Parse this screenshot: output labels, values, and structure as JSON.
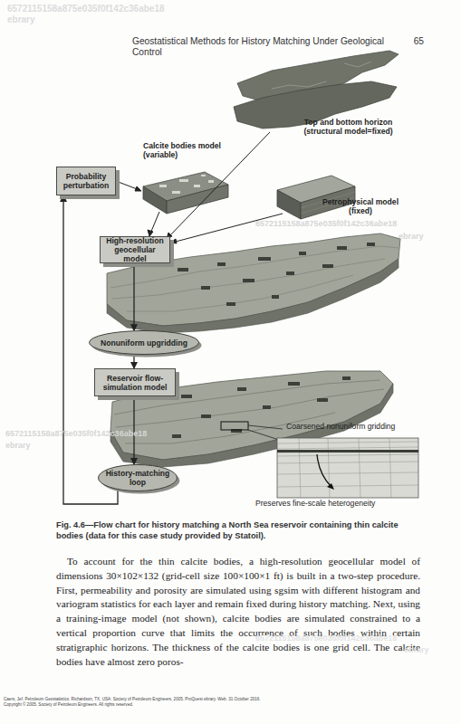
{
  "diagram": {
    "caption": "Fig. 4.6—Flow chart for history matching a North Sea reservoir containing thin calcite bodies (data for this case study provided by Statoil).",
    "nodes": [
      {
        "text": [
          "Probability perturbation"
        ]
      },
      {
        "text": [
          "High-resolution geocellular model"
        ]
      },
      {
        "text": [
          "Nonuniform upgridding"
        ]
      },
      {
        "text": [
          "Reservoir flow-simulation model"
        ]
      },
      {
        "text": [
          "History-matching loop"
        ]
      }
    ],
    "edges": [
      {
        "from": 1,
        "to": 2,
        "arrow": "to"
      },
      {
        "from": 2,
        "to": 3,
        "arrow": "to"
      },
      {
        "from": 3,
        "to": 4,
        "arrow": "to"
      },
      {
        "from": 4,
        "to": 0,
        "arrow": "to"
      }
    ],
    "labels": [
      "6572115158a875e035f0f142c36abe18",
      "ebrary",
      "Geostatistical Methods for History Matching Under Geological Control",
      "65",
      "Top and bottom horizon (structural model=fixed)",
      "Calcite bodies model (variable)",
      "Petrophysical model (fixed)",
      "6572115158a875e035f0f142c36abe18",
      "ebrary",
      "Coarsened nonuniform gridding",
      "6572115158a875e035f0f142c36abe18",
      "ebrary",
      "Preserves fine-scale heterogeneity",
      "To account for the thin calcite bodies, a high-resolution geocellular model of dimensions 30×102×132 (grid-cell size 100×100×1 ft) is built in a two-step procedure. First, permeability and porosity are simulated using sgsim with different histogram and variogram statistics for each layer and remain fixed during history matching. Next, using a training-image model (not shown), calcite bodies are simulated constrained to a vertical proportion curve that limits the occurrence of such bodies within certain stratigraphic horizons. The thickness of the calcite bodies is one grid cell. The calcite bodies have almost zero poros-",
      "6572115158a875e035f0f142c36abe18",
      "ebrary",
      "Caers, Jef. Petroleum Geostatistics. Richardson, TX, USA: Society of Petroleum Engineers, 2005. ProQuest ebrary. Web. 31 October 2016.",
      "Copyright © 2005. Society of Petroleum Engineers. All rights reserved."
    ]
  }
}
